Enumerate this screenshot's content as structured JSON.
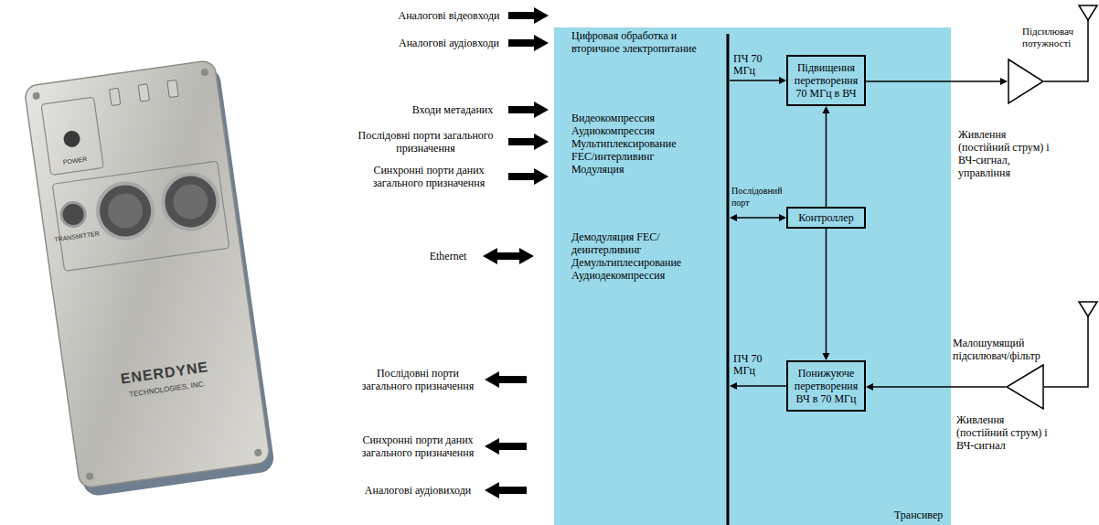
{
  "diagram": {
    "nodes": [
      {
        "text": [
          "Цифровая обработка и вторичное электропитание",
          "Видеокомпрессия Аудиокомпрессия Мультиплексирование FEC/интерливинг Модуляция",
          "Демодуляция FEC/деинтерливинг Демультиплесирование Аудиодекомпрессия",
          "Трансивер"
        ]
      },
      {
        "text": [
          "Підвищення перетворення 70 МГц в ВЧ"
        ],
        "in": 0
      },
      {
        "text": [
          "Контроллер"
        ],
        "in": 0
      },
      {
        "text": [
          "Понижуюче перетворення ВЧ в 70 МГц"
        ],
        "in": 0
      },
      {
        "text": [
          "Підсилювач потужності"
        ]
      },
      {
        "text": [
          "Малошумящий підсилювач/фільтр"
        ]
      }
    ],
    "edges": [
      {
        "from": 2,
        "to": 1,
        "arrow": "to"
      },
      {
        "from": 2,
        "to": 3,
        "arrow": "to"
      },
      {
        "from": 1,
        "to": 4,
        "arrow": "to",
        "label": "Живлення (постійний струм) і ВЧ-сигнал, управління"
      },
      {
        "from": 5,
        "to": 3,
        "arrow": "to",
        "label": "Живлення (постійний струм) і ВЧ-сигнал"
      }
    ],
    "labels": [
      "Аналогові відеовходи",
      "Аналогові аудіовходи",
      "Входи метаданих",
      "Послідовні порти загального призначення",
      "Синхронні порти даних загального призначення",
      "Ethernet",
      "Послідовні порти загального призначення",
      "Синхронні порти даних загального призначення",
      "Аналогові аудіовиходи",
      "ПЧ 70 МГц",
      "Послідовний порт",
      "ПЧ 70 МГц",
      "POWER",
      "TRANSMITTER",
      "ENERDYNE",
      "TECHNOLOGIES, INC."
    ]
  }
}
